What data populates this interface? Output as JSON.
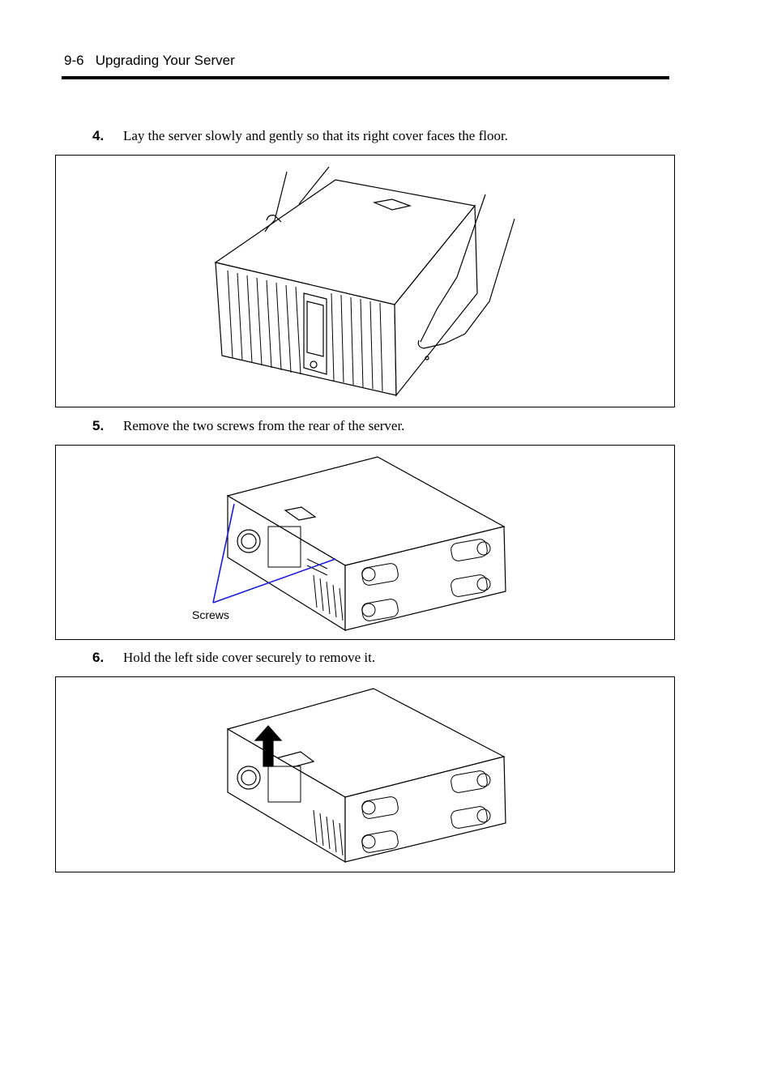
{
  "header": {
    "page_label": "9-6",
    "section_title": "Upgrading Your Server"
  },
  "steps": [
    {
      "number": "4.",
      "text": "Lay the server slowly and gently so that its right cover faces the floor."
    },
    {
      "number": "5.",
      "text": "Remove the two screws from the rear of the server."
    },
    {
      "number": "6.",
      "text": "Hold the left side cover securely to remove it."
    }
  ],
  "figures": {
    "step5_callout": "Screws"
  },
  "colors": {
    "callout_line": "#1a1adf"
  }
}
